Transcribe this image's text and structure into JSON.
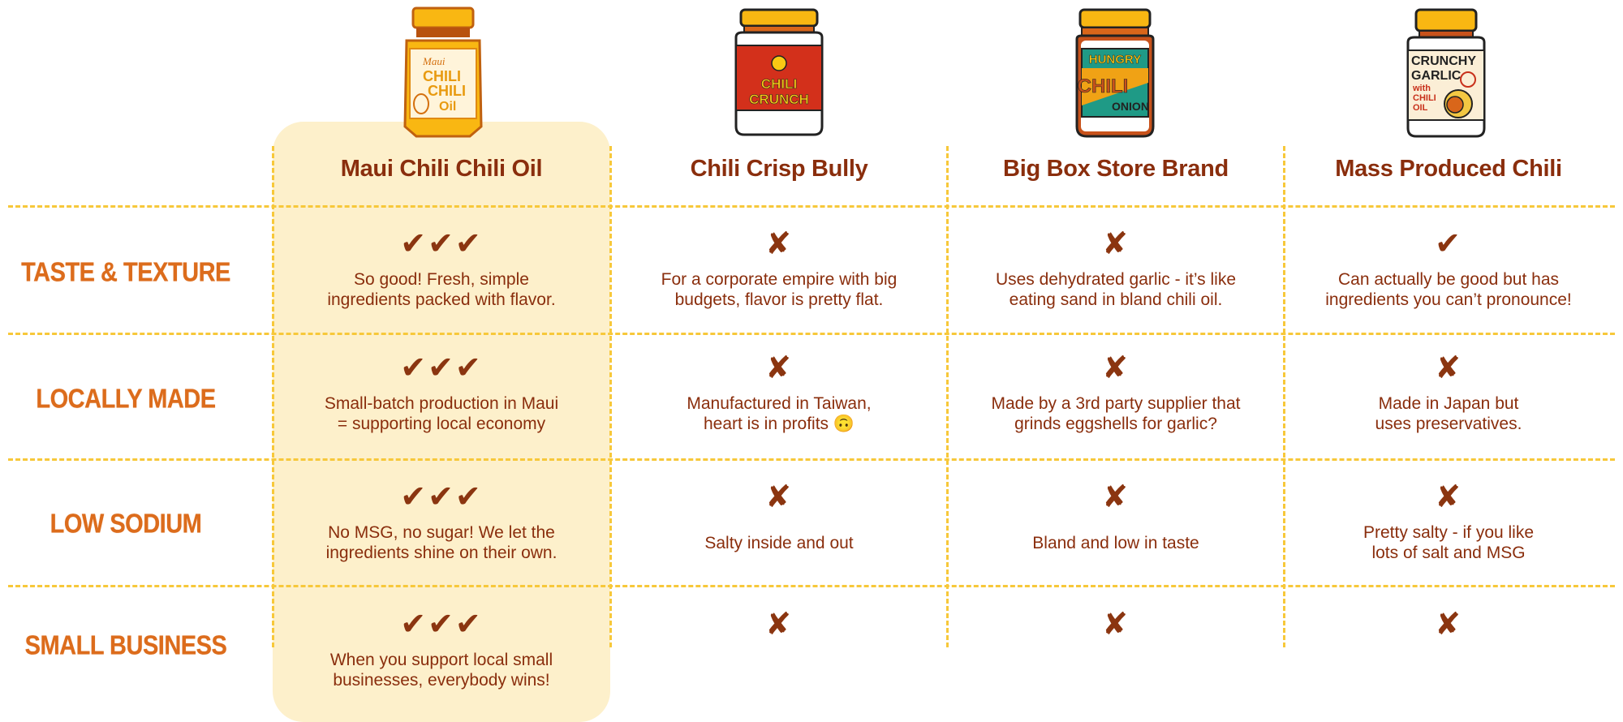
{
  "columns": [
    {
      "name": "Maui Chili Chili Oil",
      "jar_label": "Maui CHILI CHILI Oil"
    },
    {
      "name": "Chili Crisp Bully",
      "jar_label": "CHILI CRUNCH"
    },
    {
      "name": "Big Box Store Brand",
      "jar_label": "HUNGRY CHILI ONION"
    },
    {
      "name": "Mass Produced Chili",
      "jar_label": "CRUNCHY GARLIC with CHILI OIL"
    }
  ],
  "rows": [
    {
      "label": "TASTE & TEXTURE",
      "cells": [
        {
          "mark": "✔✔✔",
          "text": "So good! Fresh, simple\ningredients packed with flavor."
        },
        {
          "mark": "✘",
          "text": "For a corporate empire with big\nbudgets, flavor is pretty flat."
        },
        {
          "mark": "✘",
          "text": "Uses dehydrated garlic - it’s like\neating sand in bland chili oil."
        },
        {
          "mark": "✔",
          "text": "Can actually be good but has\ningredients you can’t pronounce!"
        }
      ]
    },
    {
      "label": "LOCALLY MADE",
      "cells": [
        {
          "mark": "✔✔✔",
          "text": "Small-batch production in Maui\n= supporting local economy"
        },
        {
          "mark": "✘",
          "text": "Manufactured in Taiwan,\nheart is in profits 🙃"
        },
        {
          "mark": "✘",
          "text": "Made by a 3rd party supplier that\ngrinds eggshells for garlic?"
        },
        {
          "mark": "✘",
          "text": "Made in Japan but\nuses preservatives."
        }
      ]
    },
    {
      "label": "LOW SODIUM",
      "cells": [
        {
          "mark": "✔✔✔",
          "text": "No MSG, no sugar! We let the\ningredients shine on their own."
        },
        {
          "mark": "✘",
          "text": "Salty inside and out"
        },
        {
          "mark": "✘",
          "text": "Bland and low in taste"
        },
        {
          "mark": "✘",
          "text": "Pretty salty - if you like\nlots of salt and MSG"
        }
      ]
    },
    {
      "label": "SMALL BUSINESS",
      "cells": [
        {
          "mark": "✔✔✔",
          "text": "When you support local small\nbusinesses, everybody wins!"
        },
        {
          "mark": "✘",
          "text": ""
        },
        {
          "mark": "✘",
          "text": ""
        },
        {
          "mark": "✘",
          "text": ""
        }
      ]
    }
  ],
  "colors": {
    "panel": "#fdf0cb",
    "dash": "#f7c83a",
    "brown": "#8a2e0d",
    "orange": "#dc6c1c"
  }
}
